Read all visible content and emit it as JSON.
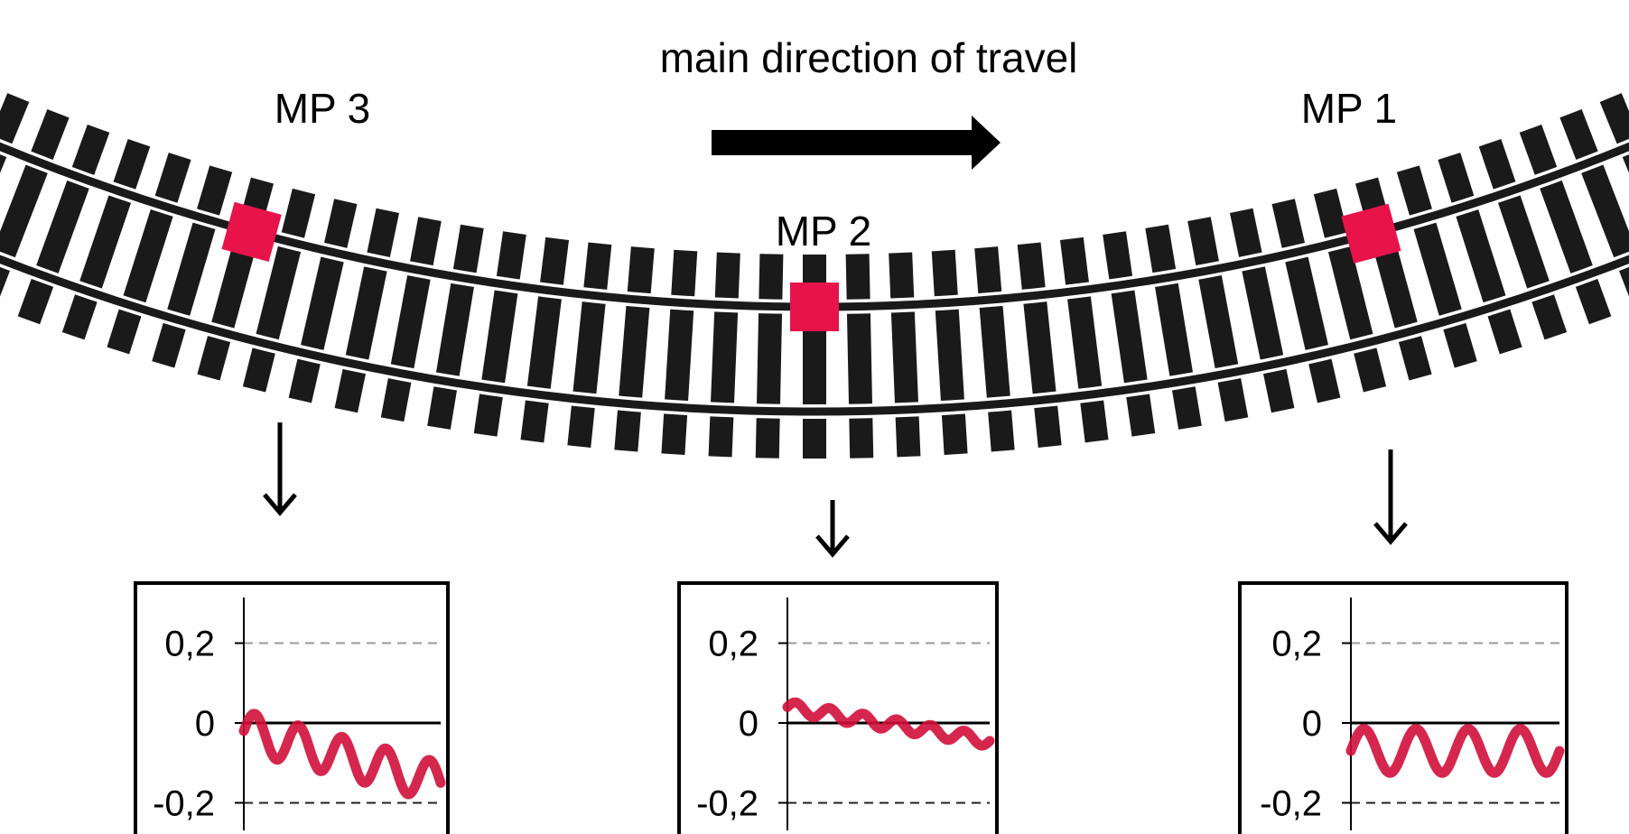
{
  "direction_label": "main direction of travel",
  "measuring_points": [
    {
      "label": "MP 3",
      "plot": {
        "y_ticks": [
          "0,2",
          "0",
          "-0,2"
        ],
        "tick_values": [
          0.2,
          0,
          -0.2
        ],
        "x_range": [
          0,
          1
        ],
        "y_range": [
          -0.26,
          0.26
        ],
        "signal": {
          "offset_start": -0.02,
          "offset_end": -0.15,
          "amplitude": 0.05,
          "cycles": 4.5
        }
      }
    },
    {
      "label": "MP 2",
      "plot": {
        "y_ticks": [
          "0,2",
          "0",
          "-0,2"
        ],
        "tick_values": [
          0.2,
          0,
          -0.2
        ],
        "x_range": [
          0,
          1
        ],
        "y_range": [
          -0.26,
          0.26
        ],
        "signal": {
          "offset_start": 0.04,
          "offset_end": -0.045,
          "amplitude": 0.015,
          "cycles": 6
        }
      }
    },
    {
      "label": "MP 1",
      "plot": {
        "y_ticks": [
          "0,2",
          "0",
          "-0,2"
        ],
        "tick_values": [
          0.2,
          0,
          -0.2
        ],
        "x_range": [
          0,
          1
        ],
        "y_range": [
          -0.26,
          0.26
        ],
        "signal": {
          "offset_start": -0.07,
          "offset_end": -0.07,
          "amplitude": 0.055,
          "cycles": 4
        }
      }
    }
  ],
  "colors": {
    "track": "#1a1a1a",
    "marker": "#e8134a",
    "signal": "#d0103a",
    "grid": "#999999"
  }
}
